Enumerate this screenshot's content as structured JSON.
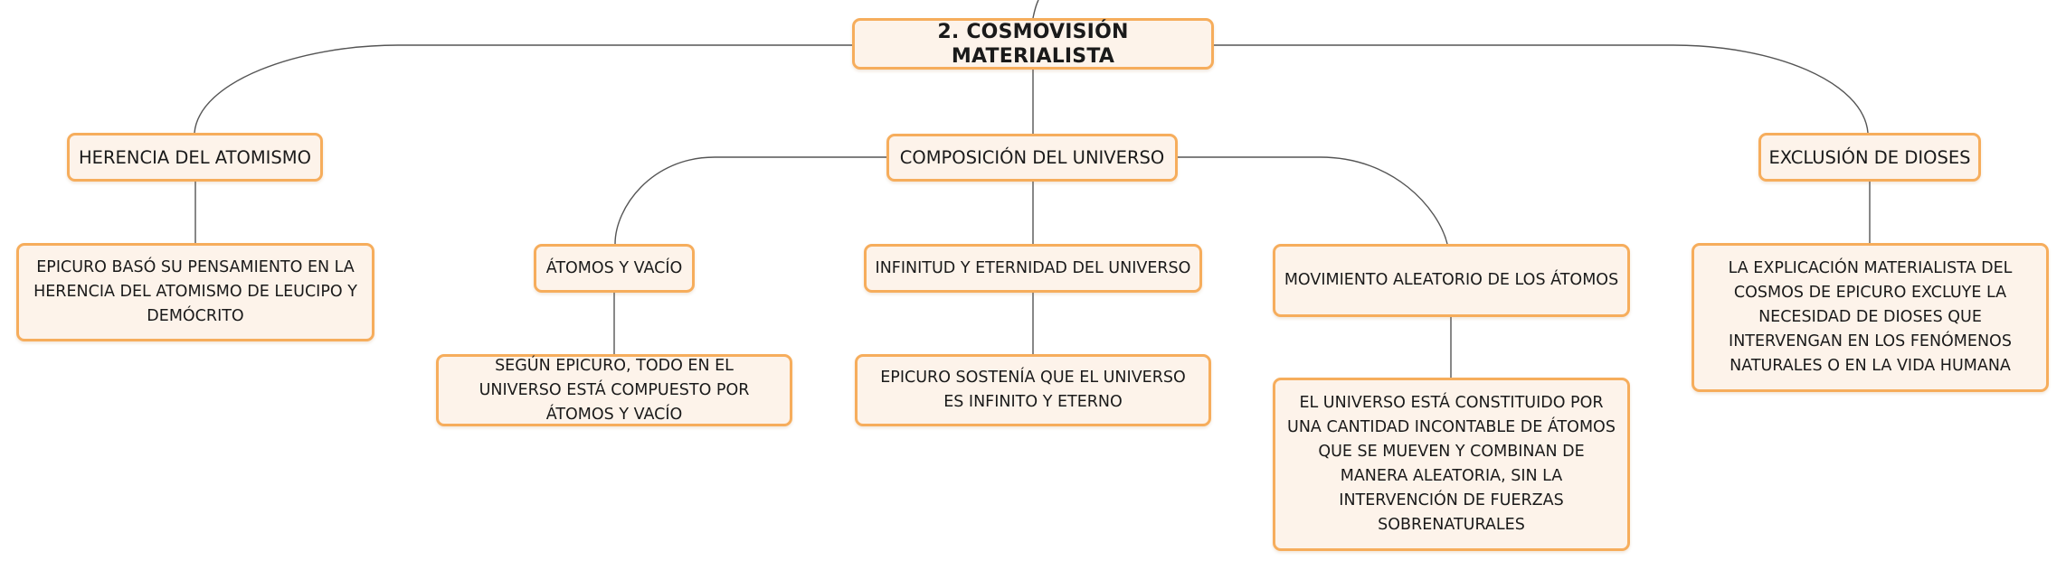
{
  "colors": {
    "node_fill": "#fdf3ea",
    "node_border": "#f6ad5c",
    "connector": "#555555",
    "text": "#1a1a1a"
  },
  "root": {
    "title": "2. COSMOVISIÓN MATERIALISTA"
  },
  "branches": [
    {
      "label": "HERENCIA DEL ATOMISMO",
      "detail": "EPICURO BASÓ SU PENSAMIENTO EN LA HERENCIA DEL ATOMISMO DE LEUCIPO Y DEMÓCRITO"
    },
    {
      "label": "COMPOSICIÓN DEL UNIVERSO",
      "children": [
        {
          "label": "ÁTOMOS Y VACÍO",
          "detail": "SEGÚN EPICURO, TODO EN EL UNIVERSO ESTÁ COMPUESTO POR ÁTOMOS Y VACÍO"
        },
        {
          "label": "INFINITUD Y ETERNIDAD DEL UNIVERSO",
          "detail": "EPICURO SOSTENÍA QUE EL UNIVERSO ES INFINITO Y ETERNO"
        },
        {
          "label": "MOVIMIENTO ALEATORIO DE LOS ÁTOMOS",
          "detail": "EL UNIVERSO ESTÁ CONSTITUIDO POR UNA CANTIDAD INCONTABLE DE ÁTOMOS QUE SE MUEVEN Y COMBINAN DE MANERA ALEATORIA, SIN LA INTERVENCIÓN DE FUERZAS SOBRENATURALES"
        }
      ]
    },
    {
      "label": "EXCLUSIÓN DE DIOSES",
      "detail": "LA EXPLICACIÓN MATERIALISTA DEL COSMOS DE EPICURO EXCLUYE LA NECESIDAD DE DIOSES QUE INTERVENGAN EN LOS FENÓMENOS NATURALES O EN LA VIDA HUMANA"
    }
  ]
}
